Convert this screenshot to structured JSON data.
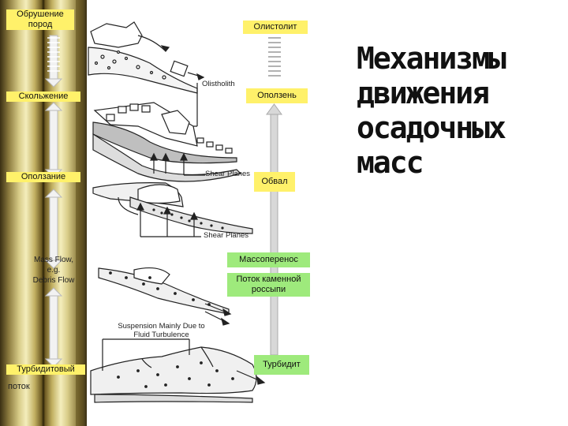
{
  "title_lines": [
    "Механизмы",
    "движения",
    "осадочных",
    "масс"
  ],
  "left_labels": {
    "rockfall": "Обрушение\nпород",
    "sliding": "Скольжение",
    "slump": "Оползание",
    "massflow": "Mass Flow,\ne.g.\nDebris Flow",
    "turbidity": "Турбидитовый",
    "turbidity2": "поток"
  },
  "right_labels": {
    "olistolith": "Олистолит",
    "landslide": "Оползень",
    "collapse": "Обвал",
    "masstransport": "Массоперенос",
    "debrisflow": "Поток каменной россыпи",
    "turbidite": "Турбидит"
  },
  "diagram_labels": {
    "olistolith": "Olistholith",
    "shear1": "Shear Planes",
    "shear2": "Shear Planes",
    "suspension": "Suspension Mainly Due to\nFluid Turbulence"
  },
  "colors": {
    "yellow_label": "#fff16a",
    "green_label": "#9eea7c",
    "bar_gold": "#d8cc88"
  }
}
